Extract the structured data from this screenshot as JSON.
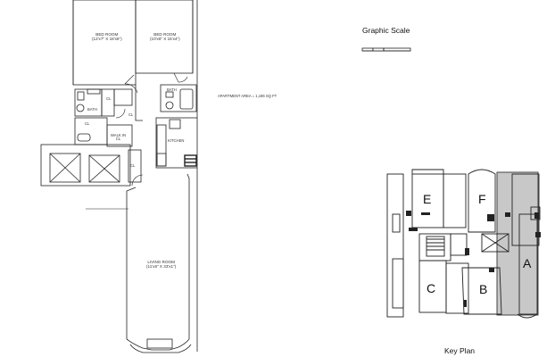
{
  "plan": {
    "area": "APARTMENT AREA = 1,196 SQ FT",
    "bedroom1_name": "BED ROOM",
    "bedroom1_dims": "(12'x7\" X 18'x6\")",
    "bedroom2_name": "BED ROOM",
    "bedroom2_dims": "(10'x6\" X 15'x4\")",
    "bath1": "BATH",
    "bath2": "BATH",
    "cl1": "CL",
    "cl2": "CL",
    "cl3": "CL",
    "cl4": "CL",
    "walkin": "WALK IN",
    "walkin_cl": "CL",
    "kitchen": "KITCHEN",
    "living_name": "LIVING ROOM",
    "living_dims": "(11'x6\" X 33'x1\")"
  },
  "scale": {
    "title": "Graphic Scale"
  },
  "keyplan": {
    "title": "Key Plan",
    "units": [
      "A",
      "B",
      "C",
      "E",
      "F"
    ]
  }
}
